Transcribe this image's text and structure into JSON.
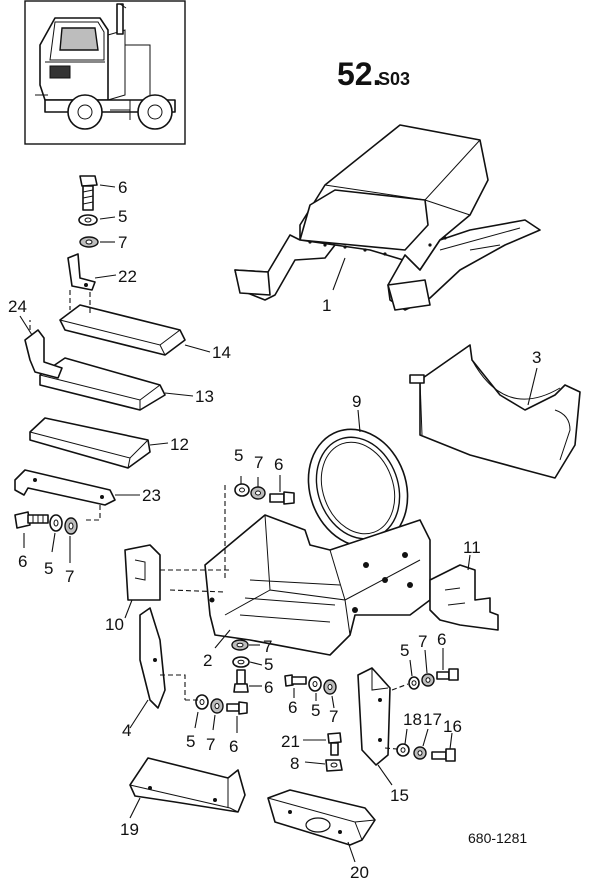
{
  "header": {
    "section_number": "52.",
    "section_suffix": "S03"
  },
  "reference_code": "680-1281",
  "callouts": {
    "c1": "1",
    "c2": "2",
    "c3": "3",
    "c4": "4",
    "c5a": "5",
    "c5b": "5",
    "c5c": "5",
    "c5d": "5",
    "c5e": "5",
    "c5f": "5",
    "c5g": "5",
    "c6a": "6",
    "c6b": "6",
    "c6c": "6",
    "c6d": "6",
    "c6e": "6",
    "c6f": "6",
    "c6g": "6",
    "c7a": "7",
    "c7b": "7",
    "c7c": "7",
    "c7d": "7",
    "c7e": "7",
    "c7f": "7",
    "c7g": "7",
    "c8": "8",
    "c9": "9",
    "c10": "10",
    "c11": "11",
    "c12": "12",
    "c13": "13",
    "c14": "14",
    "c15": "15",
    "c16": "16",
    "c17": "17",
    "c18": "18",
    "c19": "19",
    "c20": "20",
    "c21": "21",
    "c22": "22",
    "c23": "23",
    "c24": "24"
  }
}
